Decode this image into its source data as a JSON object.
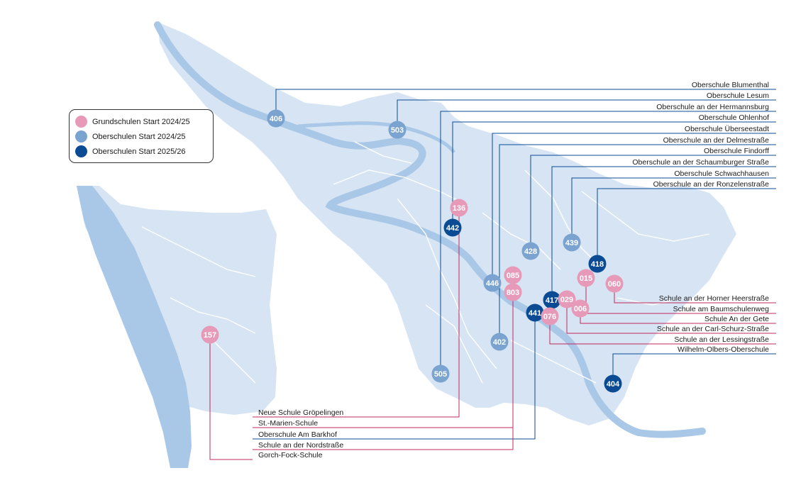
{
  "legend": {
    "items": [
      {
        "label": "Grundschulen Start 2024/25",
        "color": "#e79ab8"
      },
      {
        "label": "Oberschulen Start 2024/25",
        "color": "#7ba3cf"
      },
      {
        "label": "Oberschulen Start 2025/26",
        "color": "#0b4b94"
      }
    ]
  },
  "colors": {
    "land": "#d6e4f3",
    "water": "#a9c7e6",
    "district_border": "#ffffff",
    "line_ober": "#0b4b94",
    "line_grund": "#c22a5d"
  },
  "labels_right": [
    "Oberschule Blumenthal",
    "Oberschule Lesum",
    "Oberschule an der Hermannsburg",
    "Oberschule Ohlenhof",
    "Oberschule Überseestadt",
    "Oberschule an der Delmestraße",
    "Oberschule Findorff",
    "Oberschule an der Schaumburger Straße",
    "Oberschule Schwachhausen",
    "Oberschule an der Ronzelenstraße",
    "Schule an der Horner Heerstraße",
    "Schule am Baumschulenweg",
    "Schule An der Gete",
    "Schule an der Carl-Schurz-Straße",
    "Schule an der Lessingstraße",
    "Wilhelm-Olbers-Oberschule"
  ],
  "labels_bottom": [
    "Neue Schule Gröpelingen",
    "St.-Marien-Schule",
    "Oberschule Am Barkhof",
    "Schule an der Nordstraße",
    "Gorch-Fock-Schule"
  ],
  "markers": [
    {
      "id": "406",
      "type": 1
    },
    {
      "id": "503",
      "type": 1
    },
    {
      "id": "136",
      "type": 0
    },
    {
      "id": "442",
      "type": 2
    },
    {
      "id": "428",
      "type": 1
    },
    {
      "id": "439",
      "type": 1
    },
    {
      "id": "418",
      "type": 2
    },
    {
      "id": "446",
      "type": 1
    },
    {
      "id": "085",
      "type": 0
    },
    {
      "id": "803",
      "type": 0
    },
    {
      "id": "015",
      "type": 0
    },
    {
      "id": "060",
      "type": 0
    },
    {
      "id": "417",
      "type": 2
    },
    {
      "id": "029",
      "type": 0
    },
    {
      "id": "006",
      "type": 0
    },
    {
      "id": "441",
      "type": 2
    },
    {
      "id": "076",
      "type": 0
    },
    {
      "id": "402",
      "type": 1
    },
    {
      "id": "505",
      "type": 1
    },
    {
      "id": "404",
      "type": 2
    },
    {
      "id": "157",
      "type": 0
    }
  ]
}
